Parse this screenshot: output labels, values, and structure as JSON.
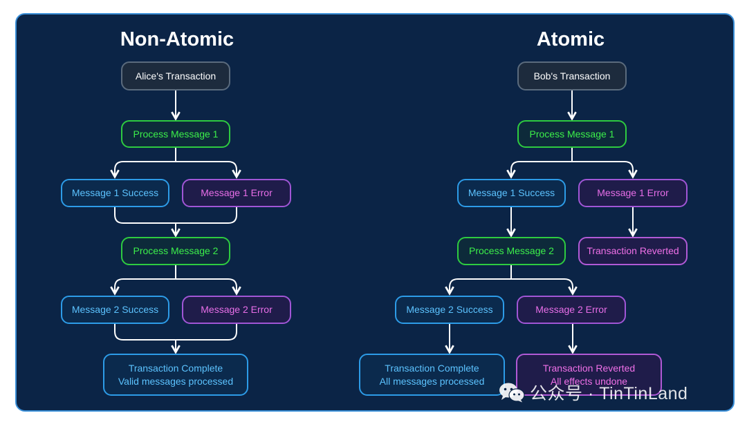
{
  "colors": {
    "panel": "#0b2446",
    "panel_border": "#3a8fd8",
    "process": "#3cf04a",
    "success": "#5cc3ff",
    "error": "#e86ee8",
    "arrow": "#ffffff"
  },
  "non_atomic": {
    "title": "Non-Atomic",
    "start": "Alice's Transaction",
    "process_1": "Process Message 1",
    "success_1": "Message 1 Success",
    "error_1": "Message 1 Error",
    "process_2": "Process Message 2",
    "success_2": "Message 2 Success",
    "error_2": "Message 2 Error",
    "complete_line1": "Transaction Complete",
    "complete_line2": "Valid messages processed"
  },
  "atomic": {
    "title": "Atomic",
    "start": "Bob's Transaction",
    "process_1": "Process Message 1",
    "success_1": "Message 1 Success",
    "error_1": "Message 1 Error",
    "reverted_1": "Transaction Reverted",
    "process_2": "Process Message 2",
    "success_2": "Message 2 Success",
    "error_2": "Message 2 Error",
    "complete_line1": "Transaction Complete",
    "complete_line2": "All messages processed",
    "reverted_2_line1": "Transaction Reverted",
    "reverted_2_line2": "All effects undone"
  },
  "watermark": {
    "icon": "wechat-icon",
    "text": "公众号 · TinTinLand"
  }
}
